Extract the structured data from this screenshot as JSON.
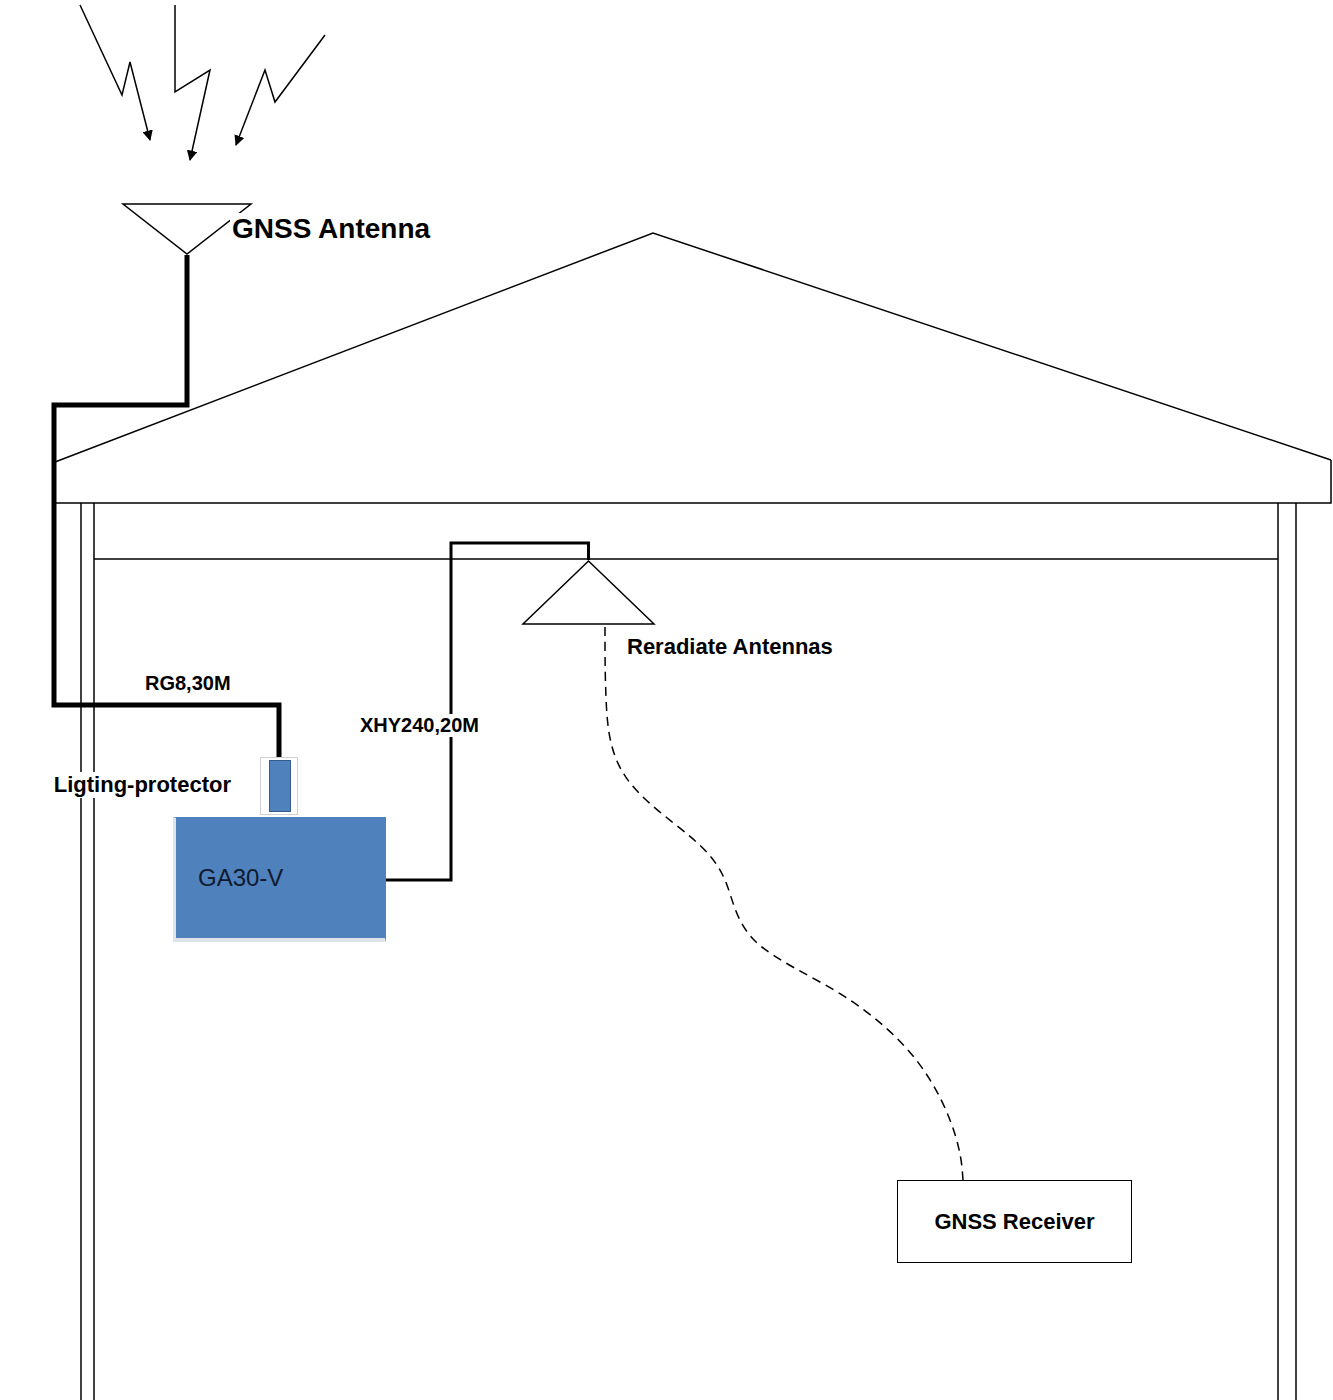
{
  "diagram": {
    "nodes": [
      {
        "text": [
          "GNSS Antenna"
        ]
      },
      {
        "text": [
          "Reradiate Antennas"
        ]
      },
      {
        "text": [
          "Ligting-protector"
        ]
      },
      {
        "text": [
          "GA30-V"
        ]
      },
      {
        "text": [
          "GNSS Receiver"
        ]
      }
    ],
    "edges": [
      {
        "from": 0,
        "to": 2,
        "label": "RG8,30M",
        "arrow": "none"
      },
      {
        "from": 3,
        "to": 1,
        "label": "XHY240,20M",
        "arrow": "none"
      },
      {
        "from": 1,
        "to": 4,
        "arrow": "none"
      }
    ]
  }
}
